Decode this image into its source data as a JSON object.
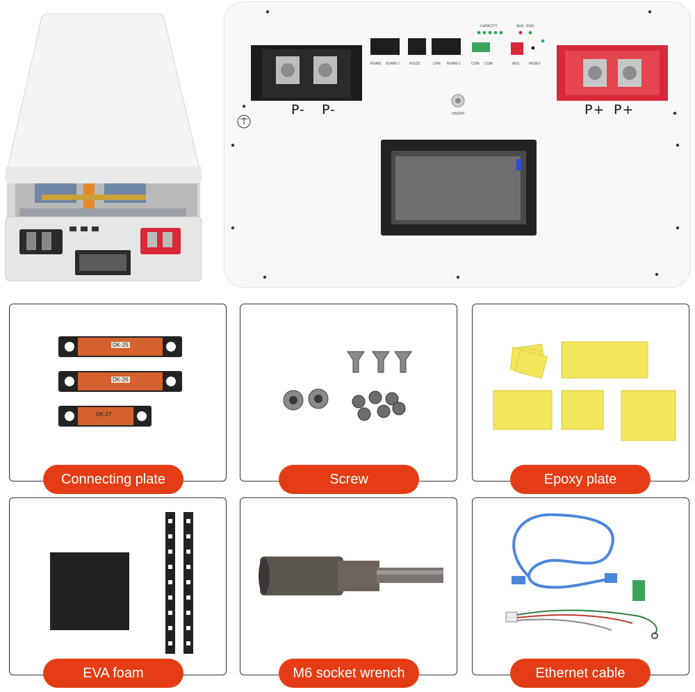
{
  "panel": {
    "terminal_negative_labels": [
      "P-",
      "P-"
    ],
    "terminal_positive_labels": [
      "P+",
      "P+"
    ],
    "port_labels": [
      "RS485",
      "RS485-2",
      "RS232",
      "CAN",
      "RS485-1",
      "COM",
      "COM",
      "ADS",
      "RESET"
    ],
    "capacity_label": "CAPACITY",
    "indicator_labels": [
      "ALM",
      "RUN"
    ],
    "switch_label": "ON/OFF"
  },
  "accessories": [
    {
      "label": "Connecting plate",
      "strip_marks": [
        "DK-25",
        "DK-26",
        "DK-27"
      ]
    },
    {
      "label": "Screw"
    },
    {
      "label": "Epoxy plate"
    },
    {
      "label": "EVA foam"
    },
    {
      "label": "M6 socket wrench"
    },
    {
      "label": "Ethernet cable"
    }
  ],
  "colors": {
    "accent": "#e43d15",
    "positive_terminal": "#d8283a",
    "copper": "#d4612e",
    "epoxy": "#f2e75c",
    "cable": "#4b86d8"
  }
}
